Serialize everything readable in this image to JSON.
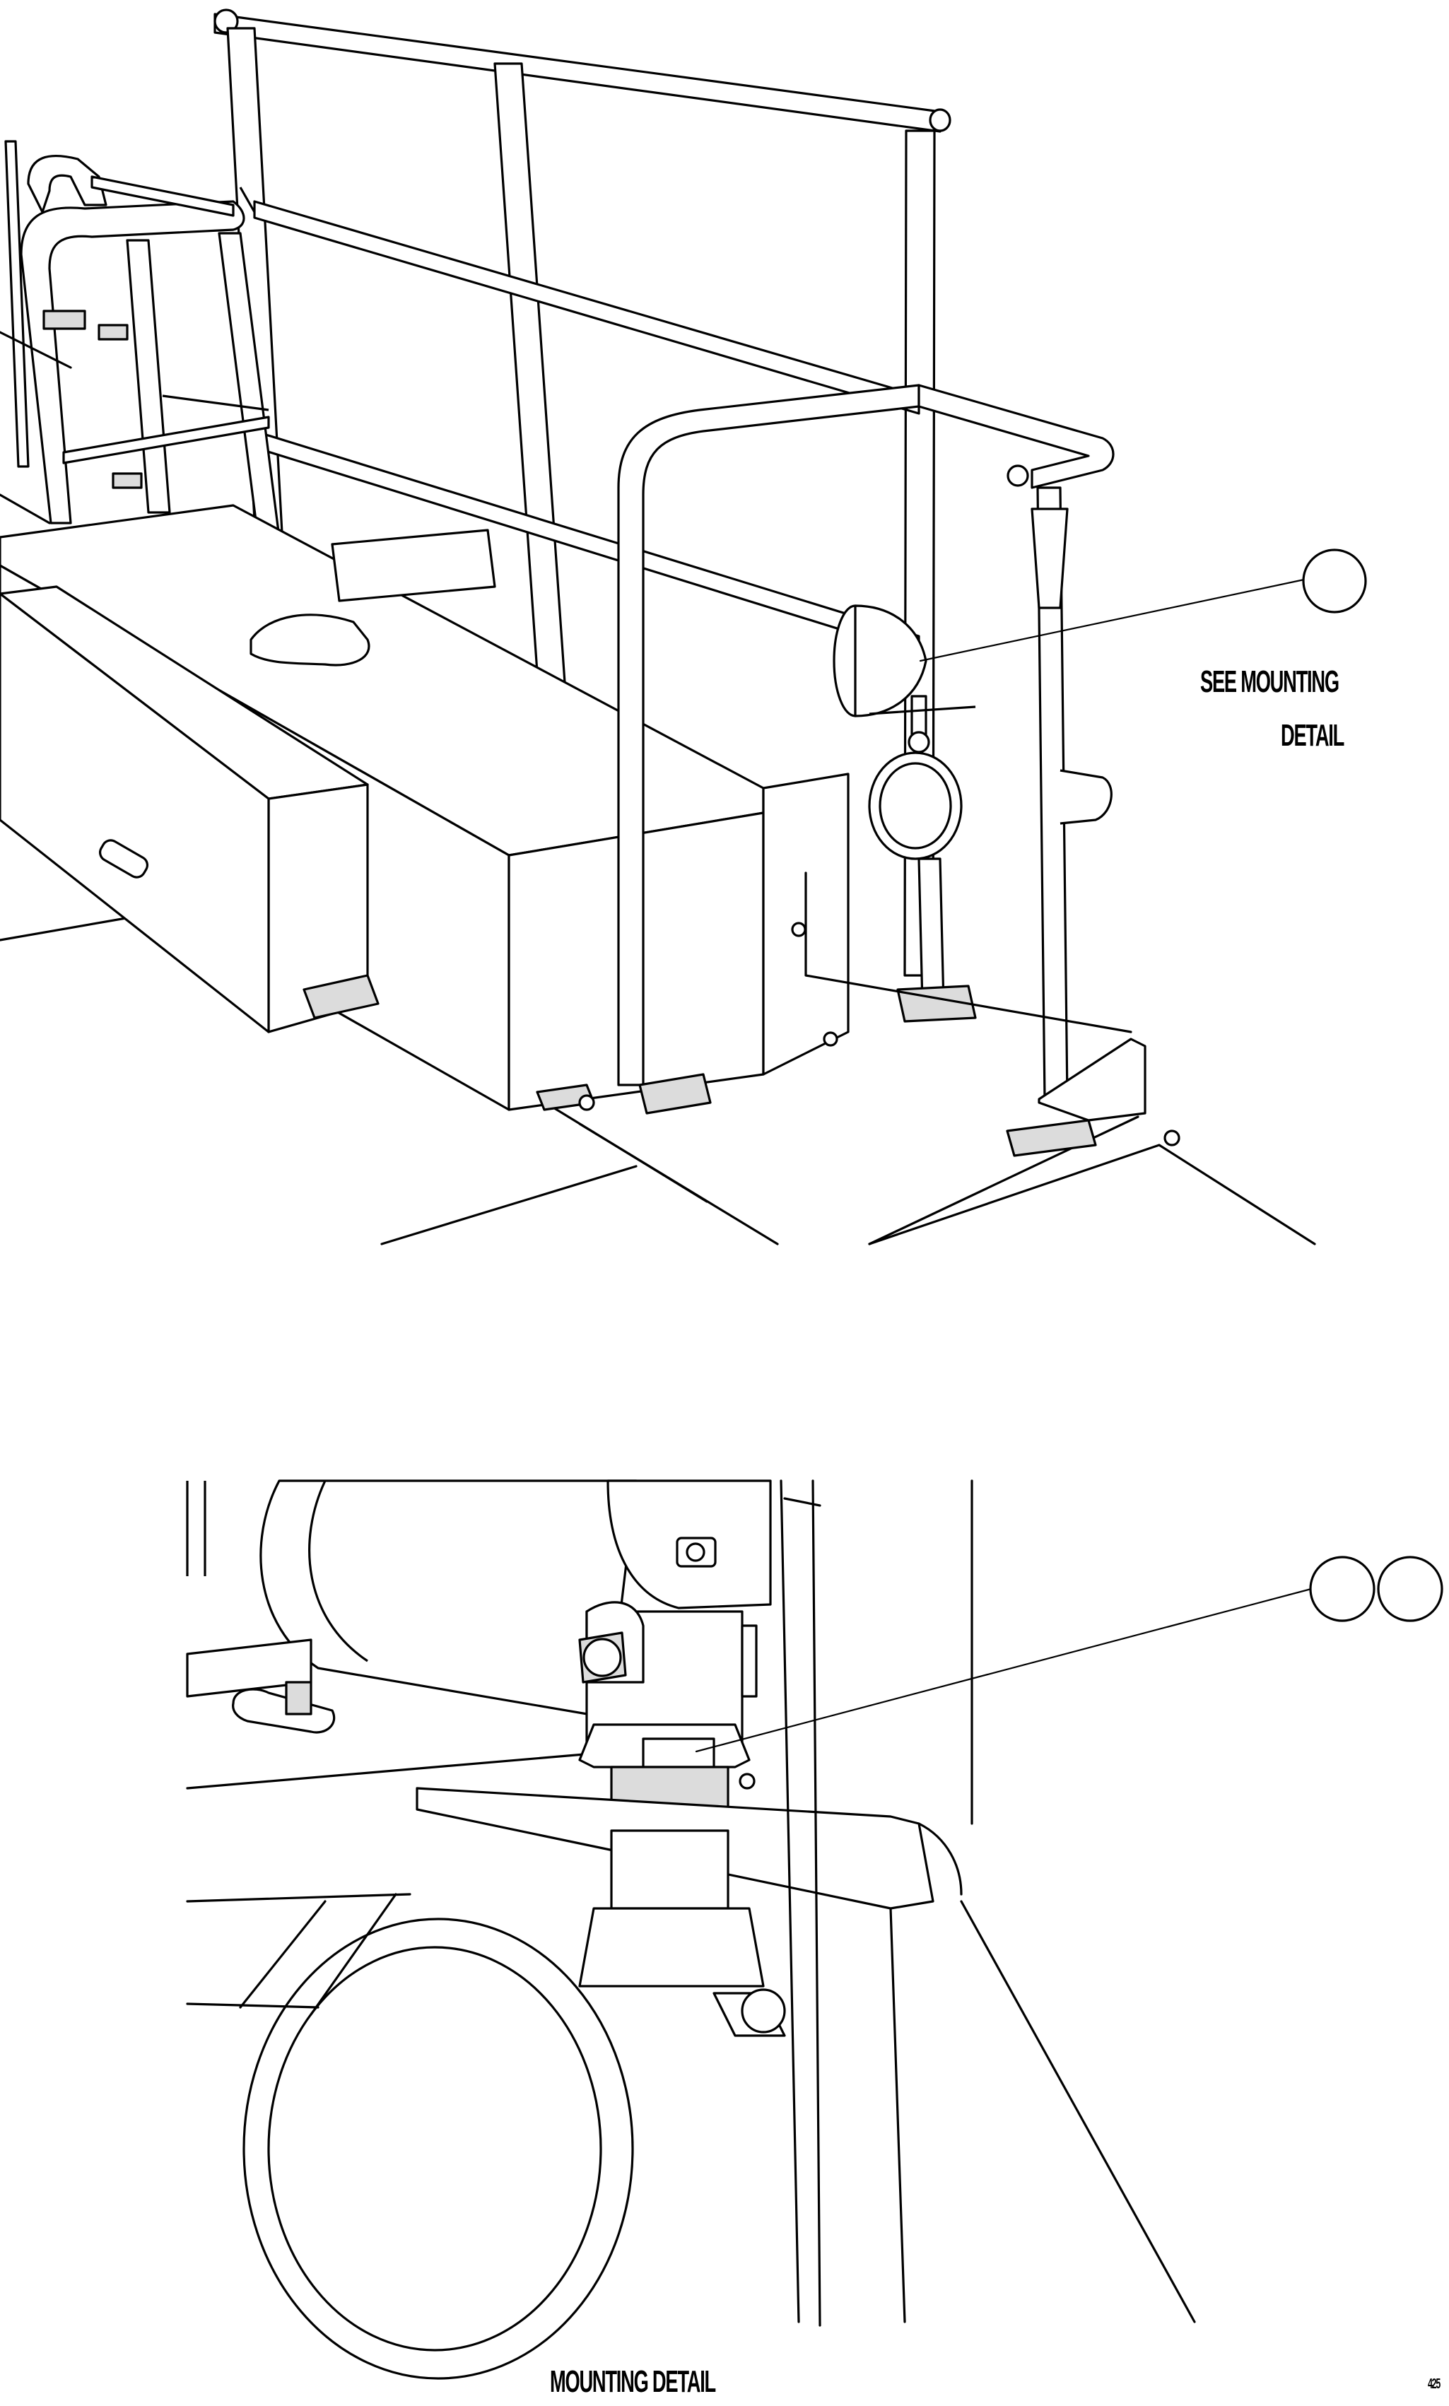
{
  "callout_text": {
    "line1": "SEE MOUNTING",
    "line2": "DETAIL"
  },
  "detail_caption": "MOUNTING DETAIL",
  "page_ref": "425",
  "callout_balloons": {
    "top_view_count": 1,
    "mounting_detail_count": 2
  }
}
